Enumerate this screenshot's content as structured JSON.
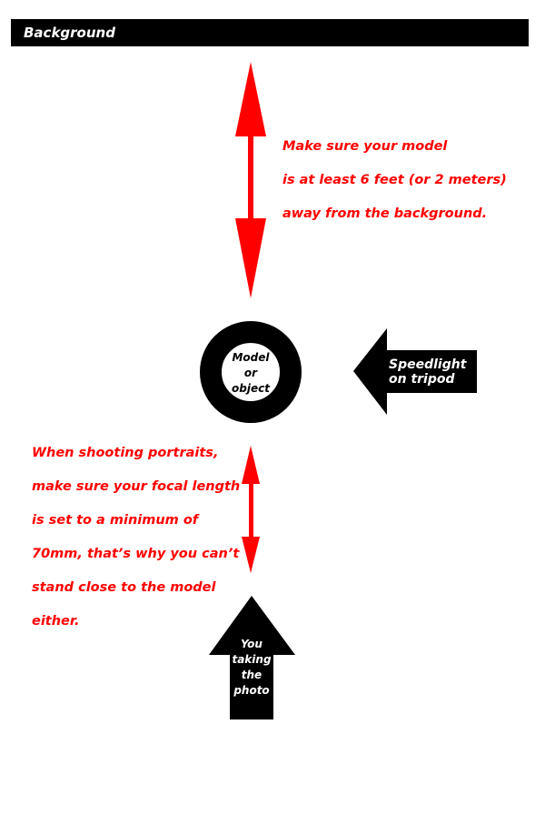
{
  "header": {
    "label": "Background"
  },
  "notes": {
    "top": [
      "Make sure your model",
      "is at least 6 feet (or 2 meters)",
      "away from the background."
    ],
    "bottom": [
      "When shooting portraits,",
      "make sure your focal length",
      "is set to a minimum of",
      "70mm, that’s why you can’t",
      "stand close to the model",
      "either."
    ]
  },
  "subject": {
    "lines": [
      "Model",
      "or",
      "object"
    ]
  },
  "speedlight": {
    "lines": [
      "Speedlight",
      "on tripod"
    ]
  },
  "photographer": {
    "lines": [
      "You",
      "taking",
      "the",
      "photo"
    ]
  },
  "colors": {
    "accent": "#ff0000",
    "ink": "#000000",
    "paper": "#ffffff"
  }
}
